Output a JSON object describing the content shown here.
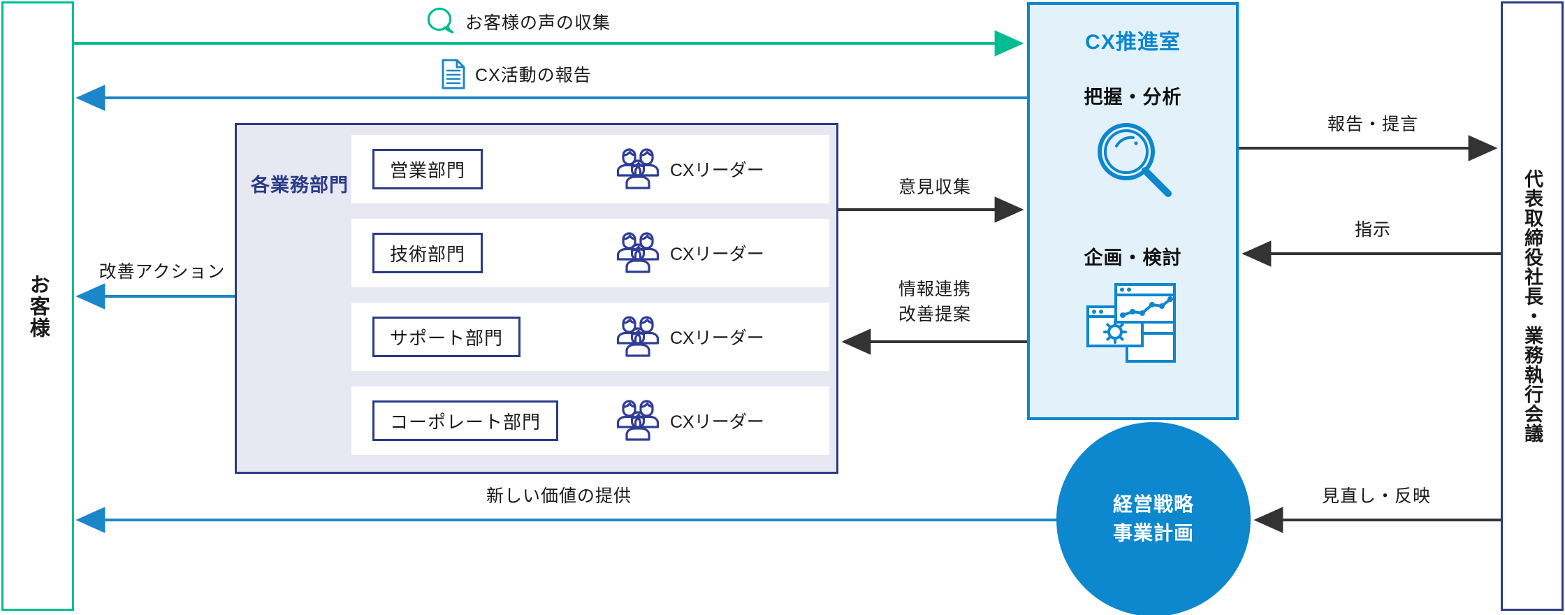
{
  "colors": {
    "green": "#00bd91",
    "blue": "#0d87ce",
    "navy": "#2a3b87",
    "dark": "#333333",
    "cx_fill": "#e3f1fb",
    "dept_fill": "#e8e8f3",
    "white": "#ffffff"
  },
  "customer": {
    "label": "お客様"
  },
  "board": {
    "label": "代表取締役社長・業務執行会議"
  },
  "cx_office": {
    "title": "CX推進室",
    "section1": "把握・分析",
    "section1_icon": "magnifier-icon",
    "section2": "企画・検討",
    "section2_icon": "dashboard-windows-icon"
  },
  "strategy": {
    "line1": "経営戦略",
    "line2": "事業計画"
  },
  "departments": {
    "heading": "各業務部門",
    "leader_label": "CXリーダー",
    "leader_icon": "people-group-icon",
    "rows": [
      {
        "name": "営業部門"
      },
      {
        "name": "技術部門"
      },
      {
        "name": "サポート部門"
      },
      {
        "name": "コーポレート部門"
      }
    ]
  },
  "flows": {
    "voice_collection": {
      "label": "お客様の声の収集",
      "icon": "speech-bubble-icon"
    },
    "cx_report": {
      "label": "CX活動の報告",
      "icon": "document-icon"
    },
    "improvement_action": {
      "label": "改善アクション"
    },
    "opinion_collection": {
      "label": "意見収集"
    },
    "info_share": {
      "line1": "情報連携",
      "line2": "改善提案"
    },
    "report_proposal": {
      "label": "報告・提言"
    },
    "instruction": {
      "label": "指示"
    },
    "new_value": {
      "label": "新しい価値の提供"
    },
    "review_reflect": {
      "label": "見直し・反映"
    }
  }
}
